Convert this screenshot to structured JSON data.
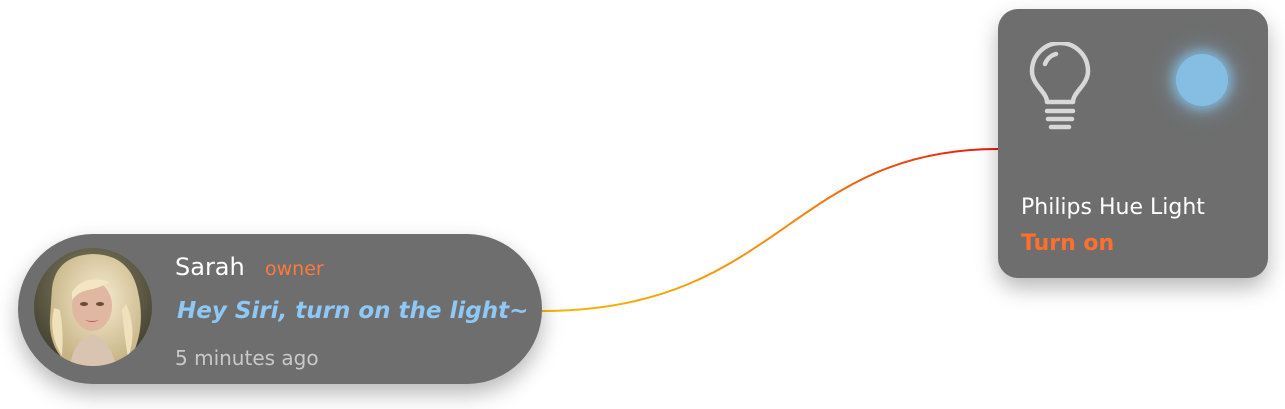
{
  "message": {
    "sender_name": "Sarah",
    "sender_role": "owner",
    "text": "Hey Siri, turn on the light~",
    "timestamp": "5 minutes ago"
  },
  "device": {
    "name": "Philips Hue Light",
    "action": "Turn on",
    "icon": "lightbulb-icon",
    "status": "on"
  },
  "colors": {
    "card_background": "#6e6e6e",
    "role_accent": "#ff7a3d",
    "message_text": "#8fc7f5",
    "action_accent": "#ff6f2e",
    "status_light": "#86bde3",
    "connector_start": "#f5b800",
    "connector_end": "#e8150f"
  }
}
